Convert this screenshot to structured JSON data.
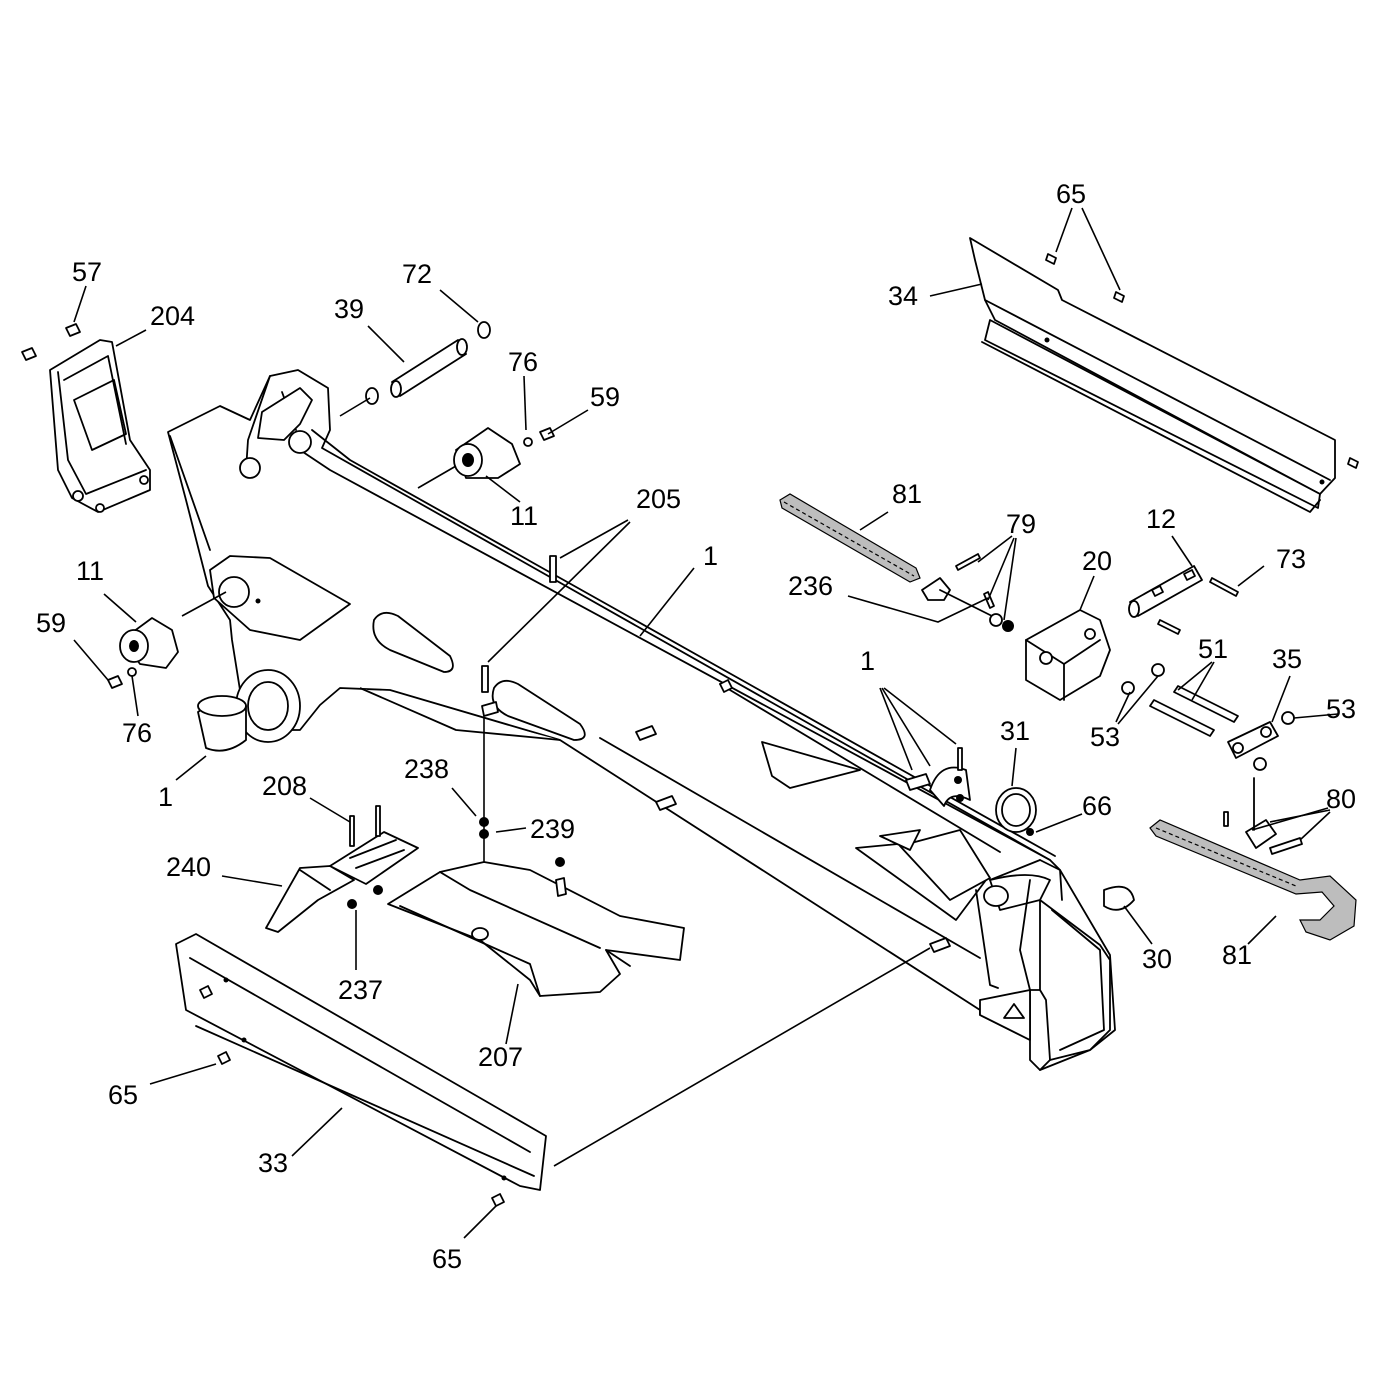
{
  "callouts": [
    {
      "id": "c65a",
      "text": "65"
    },
    {
      "id": "c34",
      "text": "34"
    },
    {
      "id": "c57",
      "text": "57"
    },
    {
      "id": "c204",
      "text": "204"
    },
    {
      "id": "c72",
      "text": "72"
    },
    {
      "id": "c39",
      "text": "39"
    },
    {
      "id": "c76a",
      "text": "76"
    },
    {
      "id": "c59a",
      "text": "59"
    },
    {
      "id": "c11a",
      "text": "11"
    },
    {
      "id": "c205",
      "text": "205"
    },
    {
      "id": "c81a",
      "text": "81"
    },
    {
      "id": "c79",
      "text": "79"
    },
    {
      "id": "c12",
      "text": "12"
    },
    {
      "id": "c73",
      "text": "73"
    },
    {
      "id": "c20",
      "text": "20"
    },
    {
      "id": "c236",
      "text": "236"
    },
    {
      "id": "c1a",
      "text": "1"
    },
    {
      "id": "c11b",
      "text": "11"
    },
    {
      "id": "c59b",
      "text": "59"
    },
    {
      "id": "c76b",
      "text": "76"
    },
    {
      "id": "c1b",
      "text": "1"
    },
    {
      "id": "c51",
      "text": "51"
    },
    {
      "id": "c35",
      "text": "35"
    },
    {
      "id": "c53a",
      "text": "53"
    },
    {
      "id": "c53b",
      "text": "53"
    },
    {
      "id": "c1c",
      "text": "1"
    },
    {
      "id": "c31",
      "text": "31"
    },
    {
      "id": "c238",
      "text": "238"
    },
    {
      "id": "c239",
      "text": "239"
    },
    {
      "id": "c208",
      "text": "208"
    },
    {
      "id": "c66",
      "text": "66"
    },
    {
      "id": "c80",
      "text": "80"
    },
    {
      "id": "c240",
      "text": "240"
    },
    {
      "id": "c30",
      "text": "30"
    },
    {
      "id": "c81b",
      "text": "81"
    },
    {
      "id": "c237",
      "text": "237"
    },
    {
      "id": "c207",
      "text": "207"
    },
    {
      "id": "c65b",
      "text": "65"
    },
    {
      "id": "c33",
      "text": "33"
    },
    {
      "id": "c65c",
      "text": "65"
    }
  ]
}
